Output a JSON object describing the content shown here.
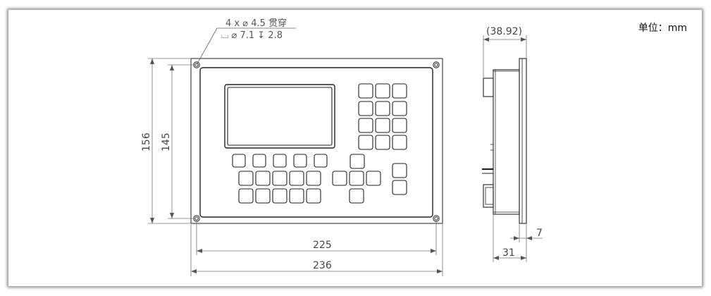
{
  "unit_label": "单位：mm",
  "hole_note": {
    "line1": "4 x ⌀ 4.5 贯穿",
    "line2": "⌴ ⌀ 7.1 ↧ 2.8"
  },
  "dimensions": {
    "overall_width": "236",
    "inner_width": "225",
    "overall_height": "156",
    "inner_height": "145",
    "depth_total": "(38.92)",
    "body_depth": "31",
    "panel_thickness": "7"
  }
}
